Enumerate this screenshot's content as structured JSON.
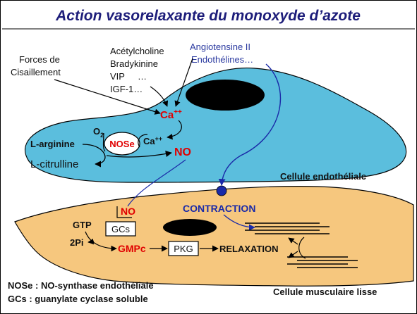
{
  "title": "Action vasorelaxante du monoxyde d’azote",
  "colors": {
    "title": "#1d1d7a",
    "endothelial_cell": "#5bbedd",
    "muscle_cell": "#f6c77e",
    "nucleus": "#000000",
    "no_red": "#e00000",
    "contraction_blue": "#1a2aa8",
    "angiotensin_blue": "#2b3aa0"
  },
  "endothelial": {
    "stimuli_list": [
      "Acétylcholine",
      "Bradykinine",
      "VIP",
      "IGF-1…"
    ],
    "vip_dots": "…",
    "shear_line1": "Forces de",
    "shear_line2": "Cisaillement",
    "angiotensin_line1": "Angiotensine II",
    "angiotensin_line2": "Endothélines…",
    "ca_label": "Ca",
    "ca_sup": "++",
    "o2_label": "O",
    "o2_sub": "2",
    "nose_label": "NOSe",
    "ca2_label": "Ca",
    "ca2_sup": "++",
    "no_label": "NO",
    "larginine": "L-arginine",
    "lcitrulline": "L-citrulline",
    "cell_label": "Cellule endothéliale"
  },
  "muscle": {
    "no_label": "NO",
    "gcs_label": "GCs",
    "gtp_label": "GTP",
    "twopi_label": "2Pi",
    "gmpc_label": "GMPc",
    "pkg_label": "PKG",
    "relaxation_label": "RELAXATION",
    "contraction_label": "CONTRACTION",
    "cell_label": "Cellule musculaire lisse"
  },
  "legend": {
    "nose": "NOSe : NO-synthase endothéliale",
    "gcs": "GCs : guanylate cyclase soluble"
  }
}
